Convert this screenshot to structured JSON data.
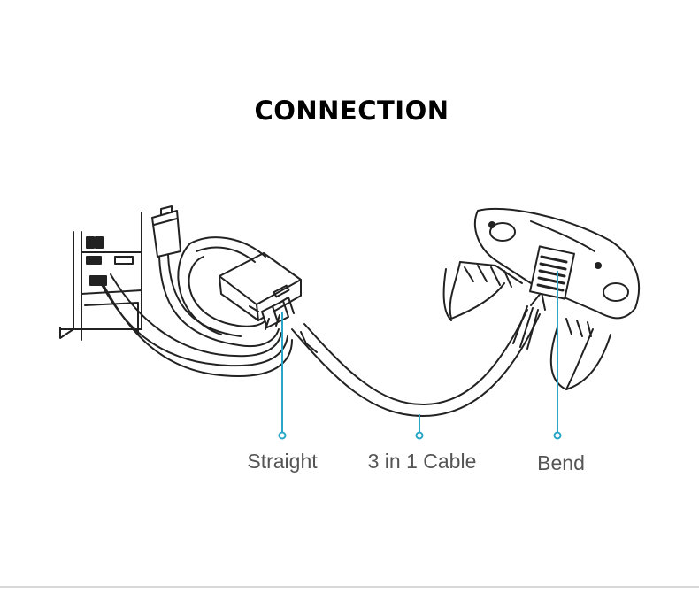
{
  "title": "CONNECTION",
  "labels": {
    "straight": "Straight",
    "cable": "3 in 1 Cable",
    "bend": "Bend"
  },
  "colors": {
    "callout": "#2aa6c8",
    "line": "#222222",
    "label": "#555555"
  }
}
